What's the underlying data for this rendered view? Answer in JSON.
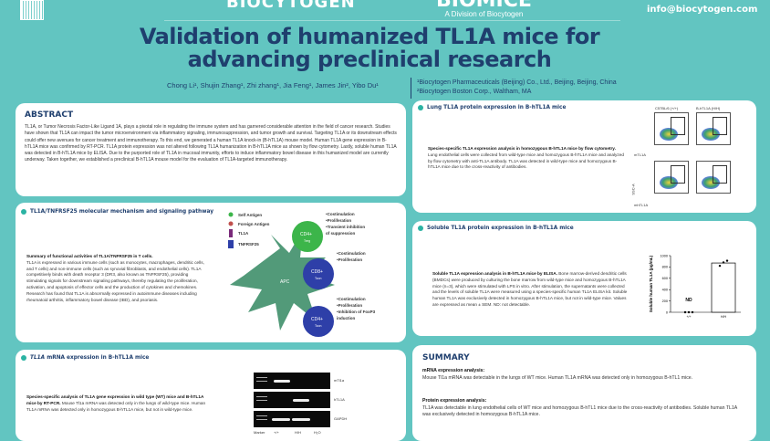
{
  "header": {
    "brand1": "BIOCYTOGEN",
    "brand2": "BIOMICE",
    "brand2_sub": "A Division of Biocytogen",
    "email": "info@biocytogen.com",
    "title_line1": "Validation of humanized TL1A mice for",
    "title_line2": "advancing preclinical research",
    "authors": "Chong Li¹, Shujin Zhang¹, Zhi zhang¹, Jia Feng¹, James Jin², Yibo Du¹",
    "affiliation1": "¹Biocytogen Pharmaceuticals (Beijing) Co., Ltd., Beijing, Beijing, China",
    "affiliation2": "²Biocytogen Boston Corp., Waltham, MA"
  },
  "abstract": {
    "heading": "ABSTRACT",
    "text": "TL1A, or Tumor Necrosis Factor-Like Ligand 1A, plays a pivotal role in regulating the immune system and has garnered considerable attention in the field of cancer research. Studies have shown that TL1A can impact the tumor microenvironment via inflammatory signaling, immunosuppression, and tumor growth and survival. Targeting TL1A or its downstream effects could offer new avenues for cancer treatment and immunotherapy. To this end, we generated a human TL1A knock-in (B-hTL1A) mouse model. Human TL1A gene expression in B-hTL1A mice was confirmed by RT-PCR. TL1A protein expression was not altered following TL1A humanization in B-hTL1A mice as shown by flow cytometry. Lastly, soluble human TL1A was detected in B-hTL1A mice by ELISA. Due to the purported role of TL1A in mucosal immunity, efforts to induce inflammatory bowel disease in this humanized model are currently underway. Taken together, we established a preclinical B-hTL1A mouse model for the evaluation of TL1A-targeted immunotherapy."
  },
  "mechanism": {
    "heading": "TL1A/TNFRSF25 molecular mechanism and signaling pathway",
    "caption_bold": "Summary of functional activities of TL1A/TNFRSF25 in T cells.",
    "caption": "TL1A is expressed in various immune cells (such as monocytes, macrophages, dendritic cells, and T cells) and non-immune cells (such as synovial fibroblasts, and endothelial cells). TL1A competitively binds with death receptor 3 (DR3, also known as TNFRSF25), providing stimulating signals for downstream signaling pathways, thereby regulating the proliferation, activation, and apoptosis of effector cells and the production of cytokines and chemokines. Research has found that TL1A is abnormally expressed in autoimmune diseases including rheumatoid arthritis, inflammatory bowel disease (IBD), and psoriasis.",
    "legend": [
      "Self Antigen",
      "Foreign Antigen",
      "TL1A",
      "TNFRSF25"
    ],
    "apc": "APC",
    "cells": [
      {
        "name": "CD4+",
        "sub": "Treg",
        "effects": [
          "•Costimulation",
          "•Proliferation",
          "•Transient inhibition",
          "of suppression"
        ]
      },
      {
        "name": "CD8+",
        "sub": "Tcon",
        "effects": [
          "•Costimulation",
          "•Proliferation"
        ]
      },
      {
        "name": "CD4+",
        "sub": "Tcon",
        "effects": [
          "•Costimulation",
          "•Proliferation",
          "•Inhibition of FoxP3",
          "induction"
        ]
      }
    ],
    "colors": {
      "treg": "#3cb54a",
      "tcon": "#2e3fa8",
      "apc": "#3f8f6a"
    }
  },
  "lung": {
    "heading": "Lung TL1A protein expression in B-hTL1A mice",
    "caption_bold": "Species-specific TL1A expression analysis in homozygous B-hTL1A mice by flow cytometry.",
    "caption": "Lung endothelial cells were collected from wild-type mice and homozygous B-hTL1A mice and analyzed by flow cytometry with anti-TL1A antibody. TL1A was detected in wild-type mice and homozygous B-hTL1A mice due to the cross-reactivity of antibodies.",
    "col1": "C57BL/6 (+/+)",
    "col2": "B-hTL1A (H/H)",
    "x1": "mTL1A",
    "x2": "mhTL1A",
    "ylabel": "SSC-A"
  },
  "soluble": {
    "heading": "Soluble TL1A protein expression in B-hTL1A mice",
    "caption_bold": "Soluble TL1A expression analysis in B-hTL1A mice by ELISA.",
    "caption": "Bone marrow-derived dendritic cells (BMDCs) were produced by culturing the bone marrow from wild-type mice and homozygous B-hTL1A mice (n=3), which were stimulated with LPS in vitro. After stimulation, the supernatants were collected and the levels of soluble TL1A were measured using a species-specific human TL1A ELISA kit. Soluble human TL1A was exclusively detected in homozygous B-hTL1A mice, but not in wild-type mice. Values are expressed as mean ± SEM. ND: not detectable."
  },
  "chart_data": {
    "type": "bar",
    "categories": [
      "+/+",
      "H/H"
    ],
    "values": [
      0,
      870
    ],
    "points": [
      [
        0,
        0,
        0
      ],
      [
        820,
        880,
        910
      ]
    ],
    "annotations": [
      "ND"
    ],
    "ylabel": "Soluble human TL1A (pg/mL)",
    "ylim": [
      0,
      1000
    ],
    "yticks": [
      0,
      200,
      400,
      600,
      800,
      1000
    ]
  },
  "mrna": {
    "heading_italic": "TL1A",
    "heading": " mRNA expression in B-hTL1A mice",
    "caption_bold": "Species-specific analysis of TL1A gene expression in wild type (WT) mice and B-hTL1A mice by RT-PCR.",
    "caption": "Mouse Tl1a mRNA was detected only in the lungs of wild-type mice. Human TL1A mRNA was detected only in homozygous B-hTL1A mice, but not in wild-type mice.",
    "bands": [
      "mTl1a",
      "hTL1A",
      "GAPDH"
    ],
    "lanes": [
      "Marker",
      "+/+",
      "H/H",
      "H₂O"
    ]
  },
  "summary": {
    "heading": "SUMMARY",
    "sub1": "mRNA expression analysis:",
    "text1": "Mouse Tl1a mRNA was detectable in the lungs of WT mice. Human TL1A mRNA was detected only in homozygous B-hTL1 mice.",
    "sub2": "Protein expression analysis:",
    "text2": "TL1A was detectable in lung endothelial cells of WT mice and homozygous B-hTL1 mice due to the cross-reactivity of antibodies. Soluble human TL1A was exclusively detected in homozygous B-hTL1A mice."
  }
}
